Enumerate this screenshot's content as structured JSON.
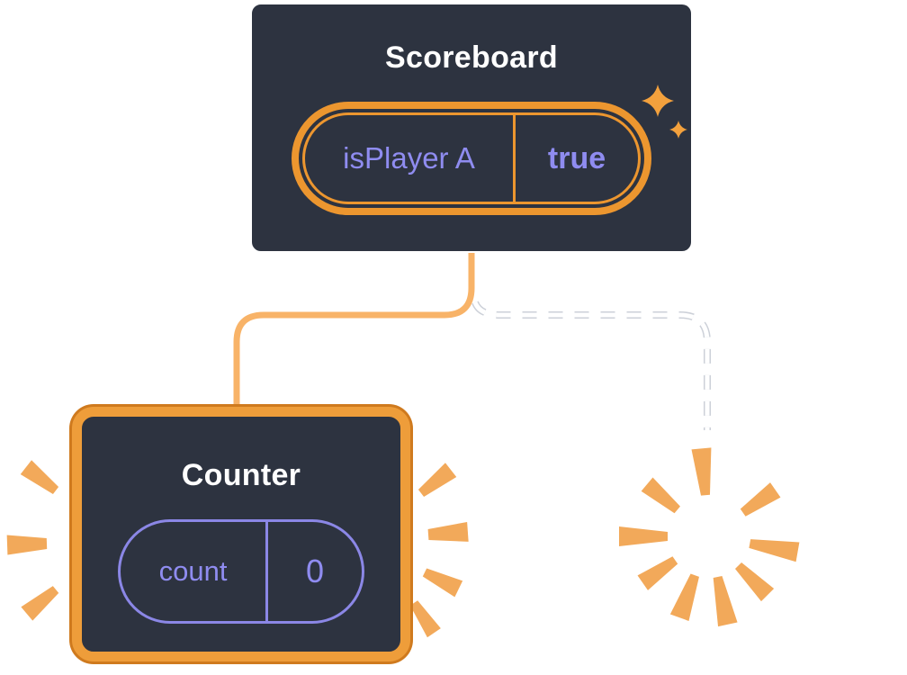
{
  "diagram_title": "Component state preservation diagram",
  "colors": {
    "box_fill": "#2d3340",
    "box_border_white": "#ffffff",
    "highlight_orange": "#ec962f",
    "highlight_orange_dark": "#cf7a1e",
    "connector_orange": "#f8b368",
    "burst_orange": "#f2a95a",
    "sparkle_orange": "#f3a13d",
    "accent_purple": "#8b87e6",
    "text_purple": "#8f8cf0",
    "text_white": "#ffffff"
  },
  "scoreboard": {
    "title": "Scoreboard",
    "state_label": "isPlayer A",
    "state_value": "true"
  },
  "counter": {
    "title": "Counter",
    "state_label": "count",
    "state_value": "0"
  },
  "edges": [
    {
      "from": "Scoreboard",
      "to": "Counter",
      "style": "solid"
    },
    {
      "from": "Scoreboard",
      "to": "removed",
      "style": "dashed"
    }
  ],
  "icons": [
    "sparkles-icon",
    "burst-icon",
    "emphasis-rays-icon"
  ]
}
